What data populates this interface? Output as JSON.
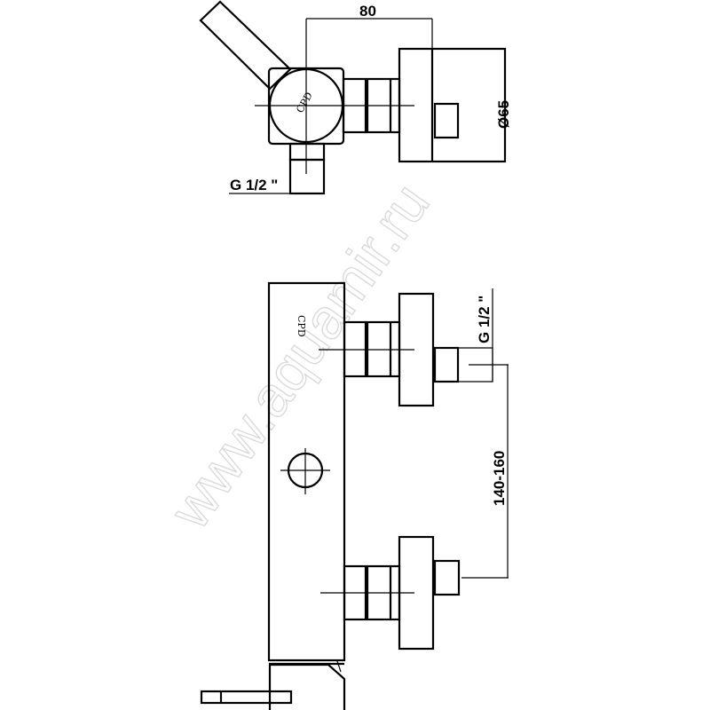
{
  "top_view": {
    "dimension_width": "80",
    "dimension_diameter": "Ø65",
    "inlet_thread": "G 1/2 \"",
    "logo": "CPD"
  },
  "front_view": {
    "outlet_thread": "G 1/2 \"",
    "dimension_centers": "140-160",
    "logo": "CPD"
  },
  "watermark": "www.aquamir.ru",
  "colors": {
    "line": "#000000",
    "watermark": "#d8d8d8",
    "background": "#ffffff"
  }
}
